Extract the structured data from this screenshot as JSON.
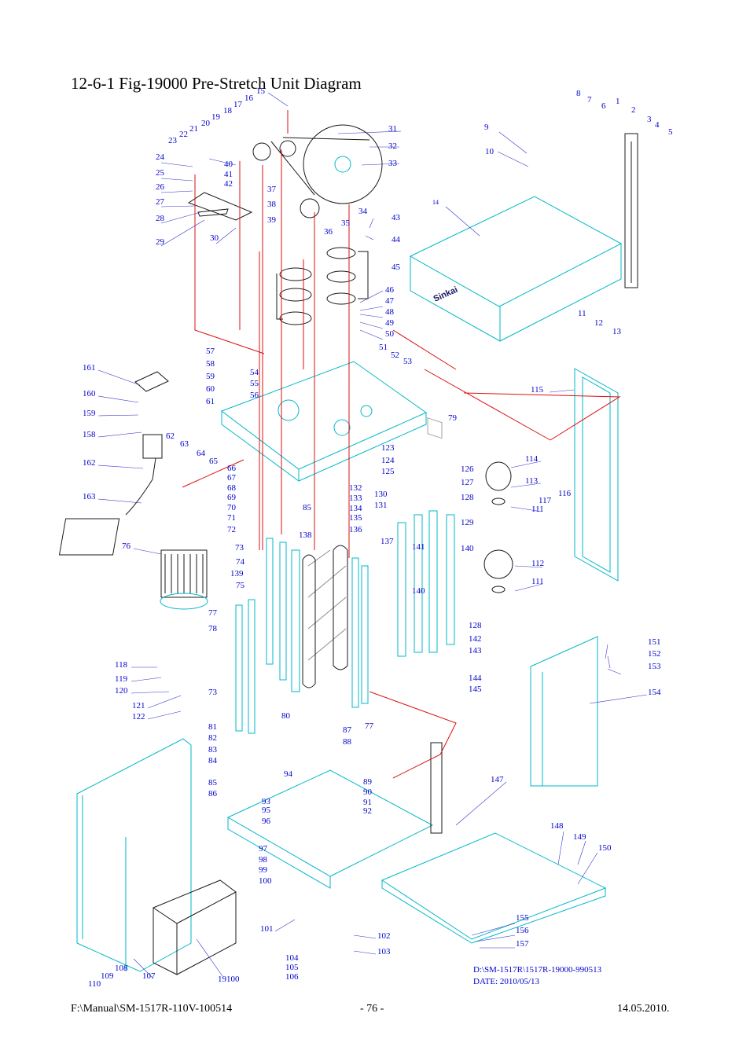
{
  "page_title": "12-6-1 Fig-19000 Pre-Stretch Unit Diagram",
  "drawing_path": "D:\\SM-1517R\\1517R-19000-990513",
  "drawing_date": "DATE: 2010/05/13",
  "footer": {
    "left": "F:\\Manual\\SM-1517R-110V-100514",
    "center": "- 76 -",
    "right": "14.05.2010."
  },
  "logo_text": "Sinkai",
  "part_callouts": [
    "1",
    "2",
    "3",
    "4",
    "5",
    "6",
    "7",
    "8",
    "9",
    "10",
    "11",
    "12",
    "13",
    "14",
    "15",
    "16",
    "17",
    "18",
    "19",
    "20",
    "21",
    "22",
    "23",
    "24",
    "25",
    "26",
    "27",
    "28",
    "29",
    "30",
    "31",
    "32",
    "33",
    "34",
    "35",
    "36",
    "37",
    "38",
    "39",
    "40",
    "41",
    "42",
    "43",
    "44",
    "45",
    "46",
    "47",
    "48",
    "49",
    "50",
    "51",
    "52",
    "53",
    "54",
    "55",
    "56",
    "57",
    "58",
    "59",
    "60",
    "61",
    "62",
    "63",
    "64",
    "65",
    "66",
    "67",
    "68",
    "69",
    "70",
    "71",
    "72",
    "73",
    "74",
    "75",
    "76",
    "77",
    "78",
    "79",
    "80",
    "81",
    "82",
    "83",
    "84",
    "85",
    "86",
    "87",
    "88",
    "89",
    "90",
    "91",
    "92",
    "93",
    "94",
    "95",
    "96",
    "97",
    "98",
    "99",
    "100",
    "101",
    "102",
    "103",
    "104",
    "105",
    "106",
    "107",
    "108",
    "109",
    "110",
    "111",
    "112",
    "113",
    "114",
    "115",
    "116",
    "117",
    "118",
    "119",
    "120",
    "121",
    "122",
    "123",
    "124",
    "125",
    "126",
    "127",
    "128",
    "129",
    "130",
    "131",
    "132",
    "133",
    "134",
    "135",
    "136",
    "137",
    "138",
    "139",
    "140",
    "141",
    "142",
    "143",
    "144",
    "145",
    "147",
    "148",
    "149",
    "150",
    "151",
    "152",
    "153",
    "154",
    "155",
    "156",
    "157",
    "158",
    "159",
    "160",
    "161",
    "162",
    "163",
    "19100"
  ]
}
